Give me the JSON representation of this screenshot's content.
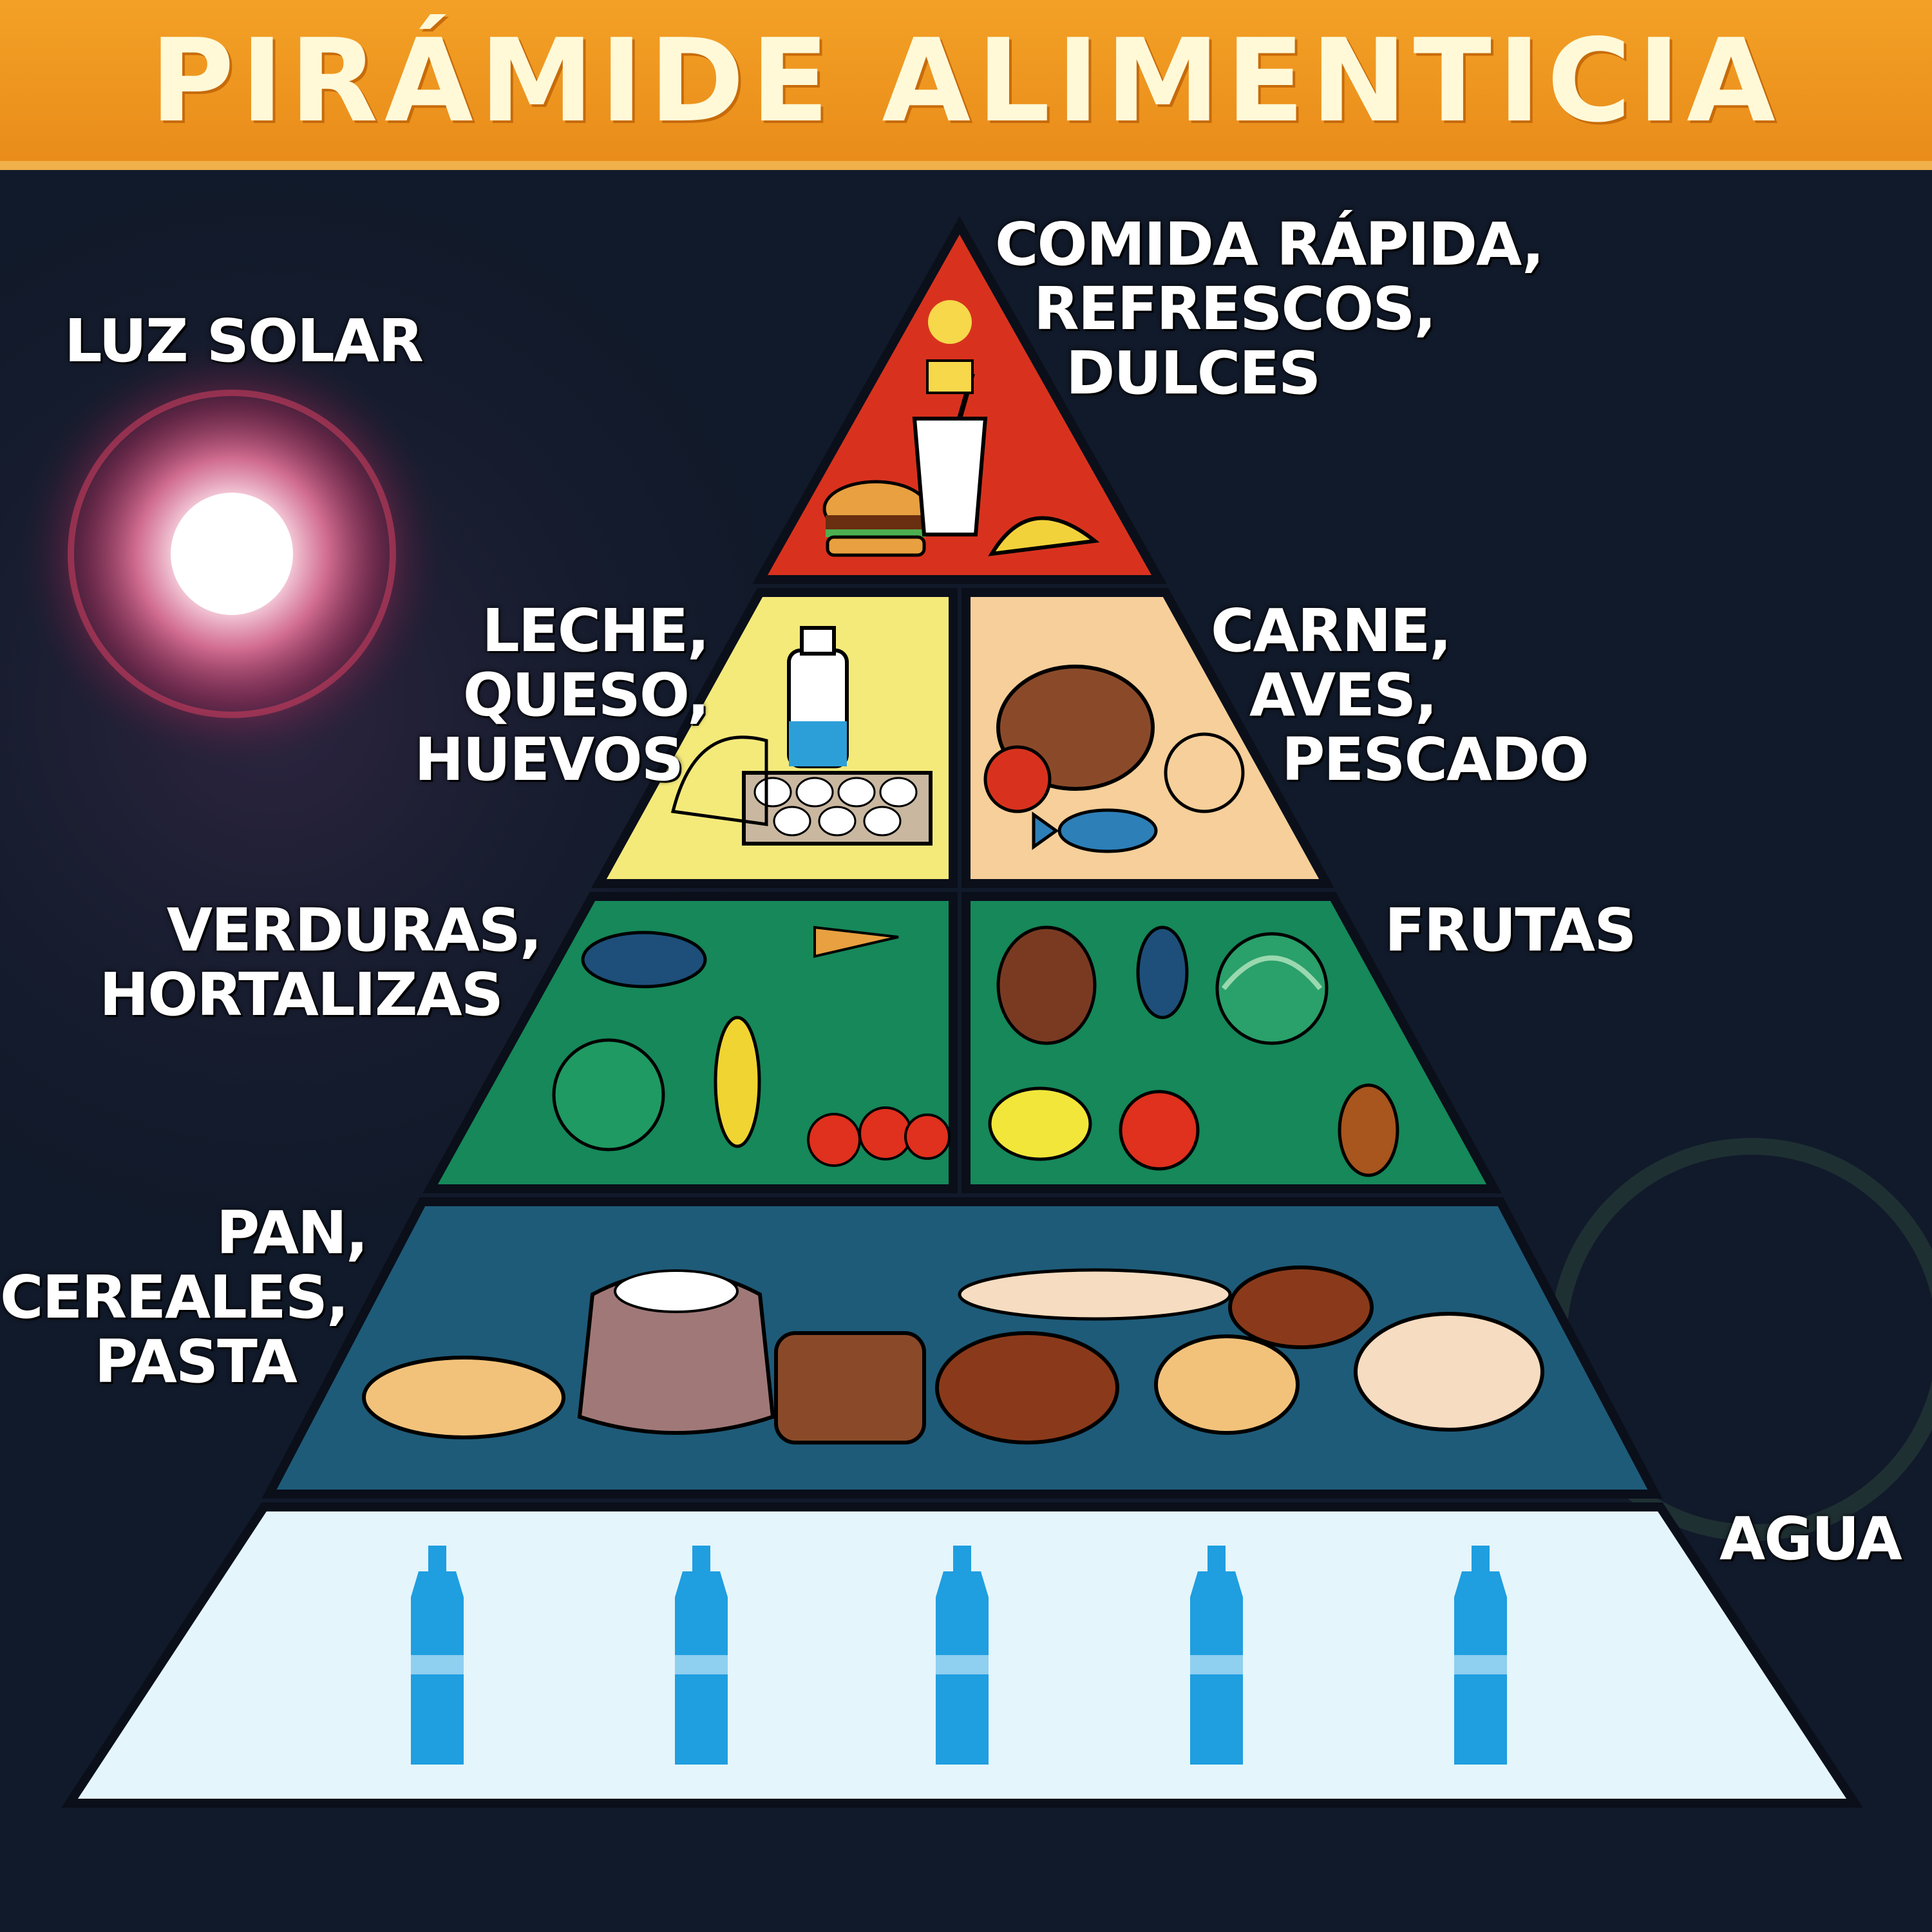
{
  "title": "PIRÁMIDE ALIMENTICIA",
  "sun_label": "LUZ SOLAR",
  "tiers": {
    "fast_food": {
      "lines": [
        "COMIDA RÁPIDA,",
        "REFRESCOS,",
        "DULCES"
      ]
    },
    "dairy": {
      "lines": [
        "LECHE,",
        "QUESO,",
        "HUEVOS"
      ]
    },
    "meat": {
      "lines": [
        "CARNE,",
        "AVES,",
        "PESCADO"
      ]
    },
    "vegetables": {
      "lines": [
        "VERDURAS,",
        "HORTALIZAS"
      ]
    },
    "fruits": {
      "lines": [
        "FRUTAS"
      ]
    },
    "grains": {
      "lines": [
        "PAN,",
        "CEREALES,",
        "PASTA"
      ]
    },
    "water": {
      "lines": [
        "AGUA"
      ]
    }
  },
  "colors": {
    "background": "#111a2a",
    "title_bar": "#f3a126",
    "fast_food": "#d8321e",
    "dairy": "#f4ea7a",
    "meat": "#f6cf9a",
    "vegetables": "#16885a",
    "fruits": "#16885a",
    "grains": "#1e5b78",
    "water": "#e4f5fb",
    "bottle": "#1f9ee0"
  },
  "icons": [
    "sun-glow-icon",
    "burger-icon",
    "drink-cup-icon",
    "taco-icon",
    "milk-bottle-icon",
    "egg-carton-icon",
    "cheese-icon",
    "meat-icon",
    "fish-icon",
    "eggplant-icon",
    "carrot-icon",
    "lettuce-icon",
    "corn-icon",
    "tomato-icon",
    "coconut-icon",
    "pepper-icon",
    "watermelon-icon",
    "lemon-icon",
    "apple-icon",
    "pineapple-icon",
    "bread-icon",
    "flour-sack-icon",
    "water-bottle-icon"
  ]
}
